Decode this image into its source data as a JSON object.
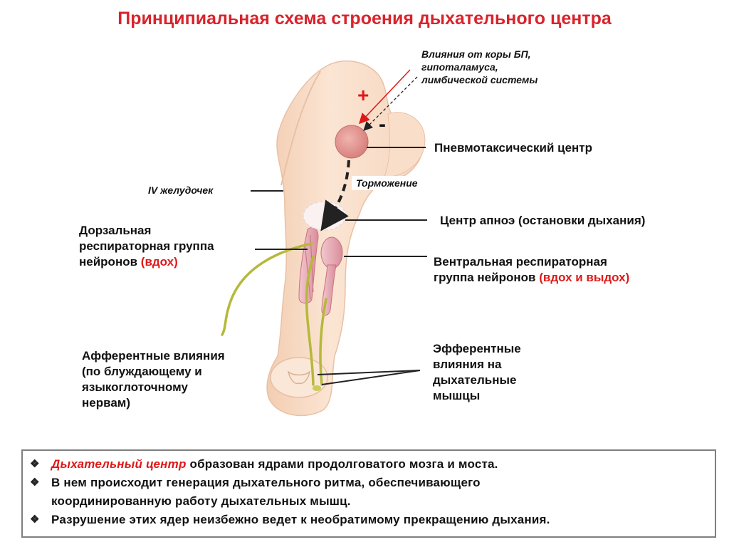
{
  "title": "Принципиальная схема строения дыхательного центра",
  "labels": {
    "cortex_influence": [
      "Влияния от коры БП,",
      "гипоталамуса,",
      "лимбической системы"
    ],
    "plus_sign": "+",
    "minus_sign": "-",
    "pneumotaxic": "Пневмотаксический центр",
    "inhibition": "Торможение",
    "fourth_ventricle": "IV желудочек",
    "apnea_center": "Центр апноэ (остановки дыхания)",
    "dorsal_group": [
      "Дорзальная",
      "респираторная группа",
      "нейронов"
    ],
    "dorsal_group_note": "(вдох)",
    "ventral_group": [
      "Вентральная респираторная",
      "группа нейронов"
    ],
    "ventral_group_note": "(вдох и выдох)",
    "afferent": [
      "Афферентные влияния",
      "(по блуждающему и",
      "языкоглоточному",
      "нервам)"
    ],
    "efferent": [
      "Эфферентные",
      "влияния на",
      "дыхательные",
      "мышцы"
    ]
  },
  "notes": {
    "bullet_symbol": "❖",
    "item1_highlight": "Дыхательный центр",
    "item1_rest": " образован ядрами продолговатого мозга и моста.",
    "item2_line1": "В нем происходит  генерация дыхательного ритма, обеспечивающего",
    "item2_line2": "координированную работу дыхательных мышц.",
    "item3": "Разрушение этих ядер неизбежно ведет к необратимому прекращению дыхания."
  },
  "colors": {
    "title": "#d9232b",
    "highlight": "#e01818",
    "brainstem": "#f8dcc6",
    "pneumotaxic_fill": "#e8a3a0",
    "nerve": "#b5b93a",
    "nucleus": "#e8b4bd"
  }
}
